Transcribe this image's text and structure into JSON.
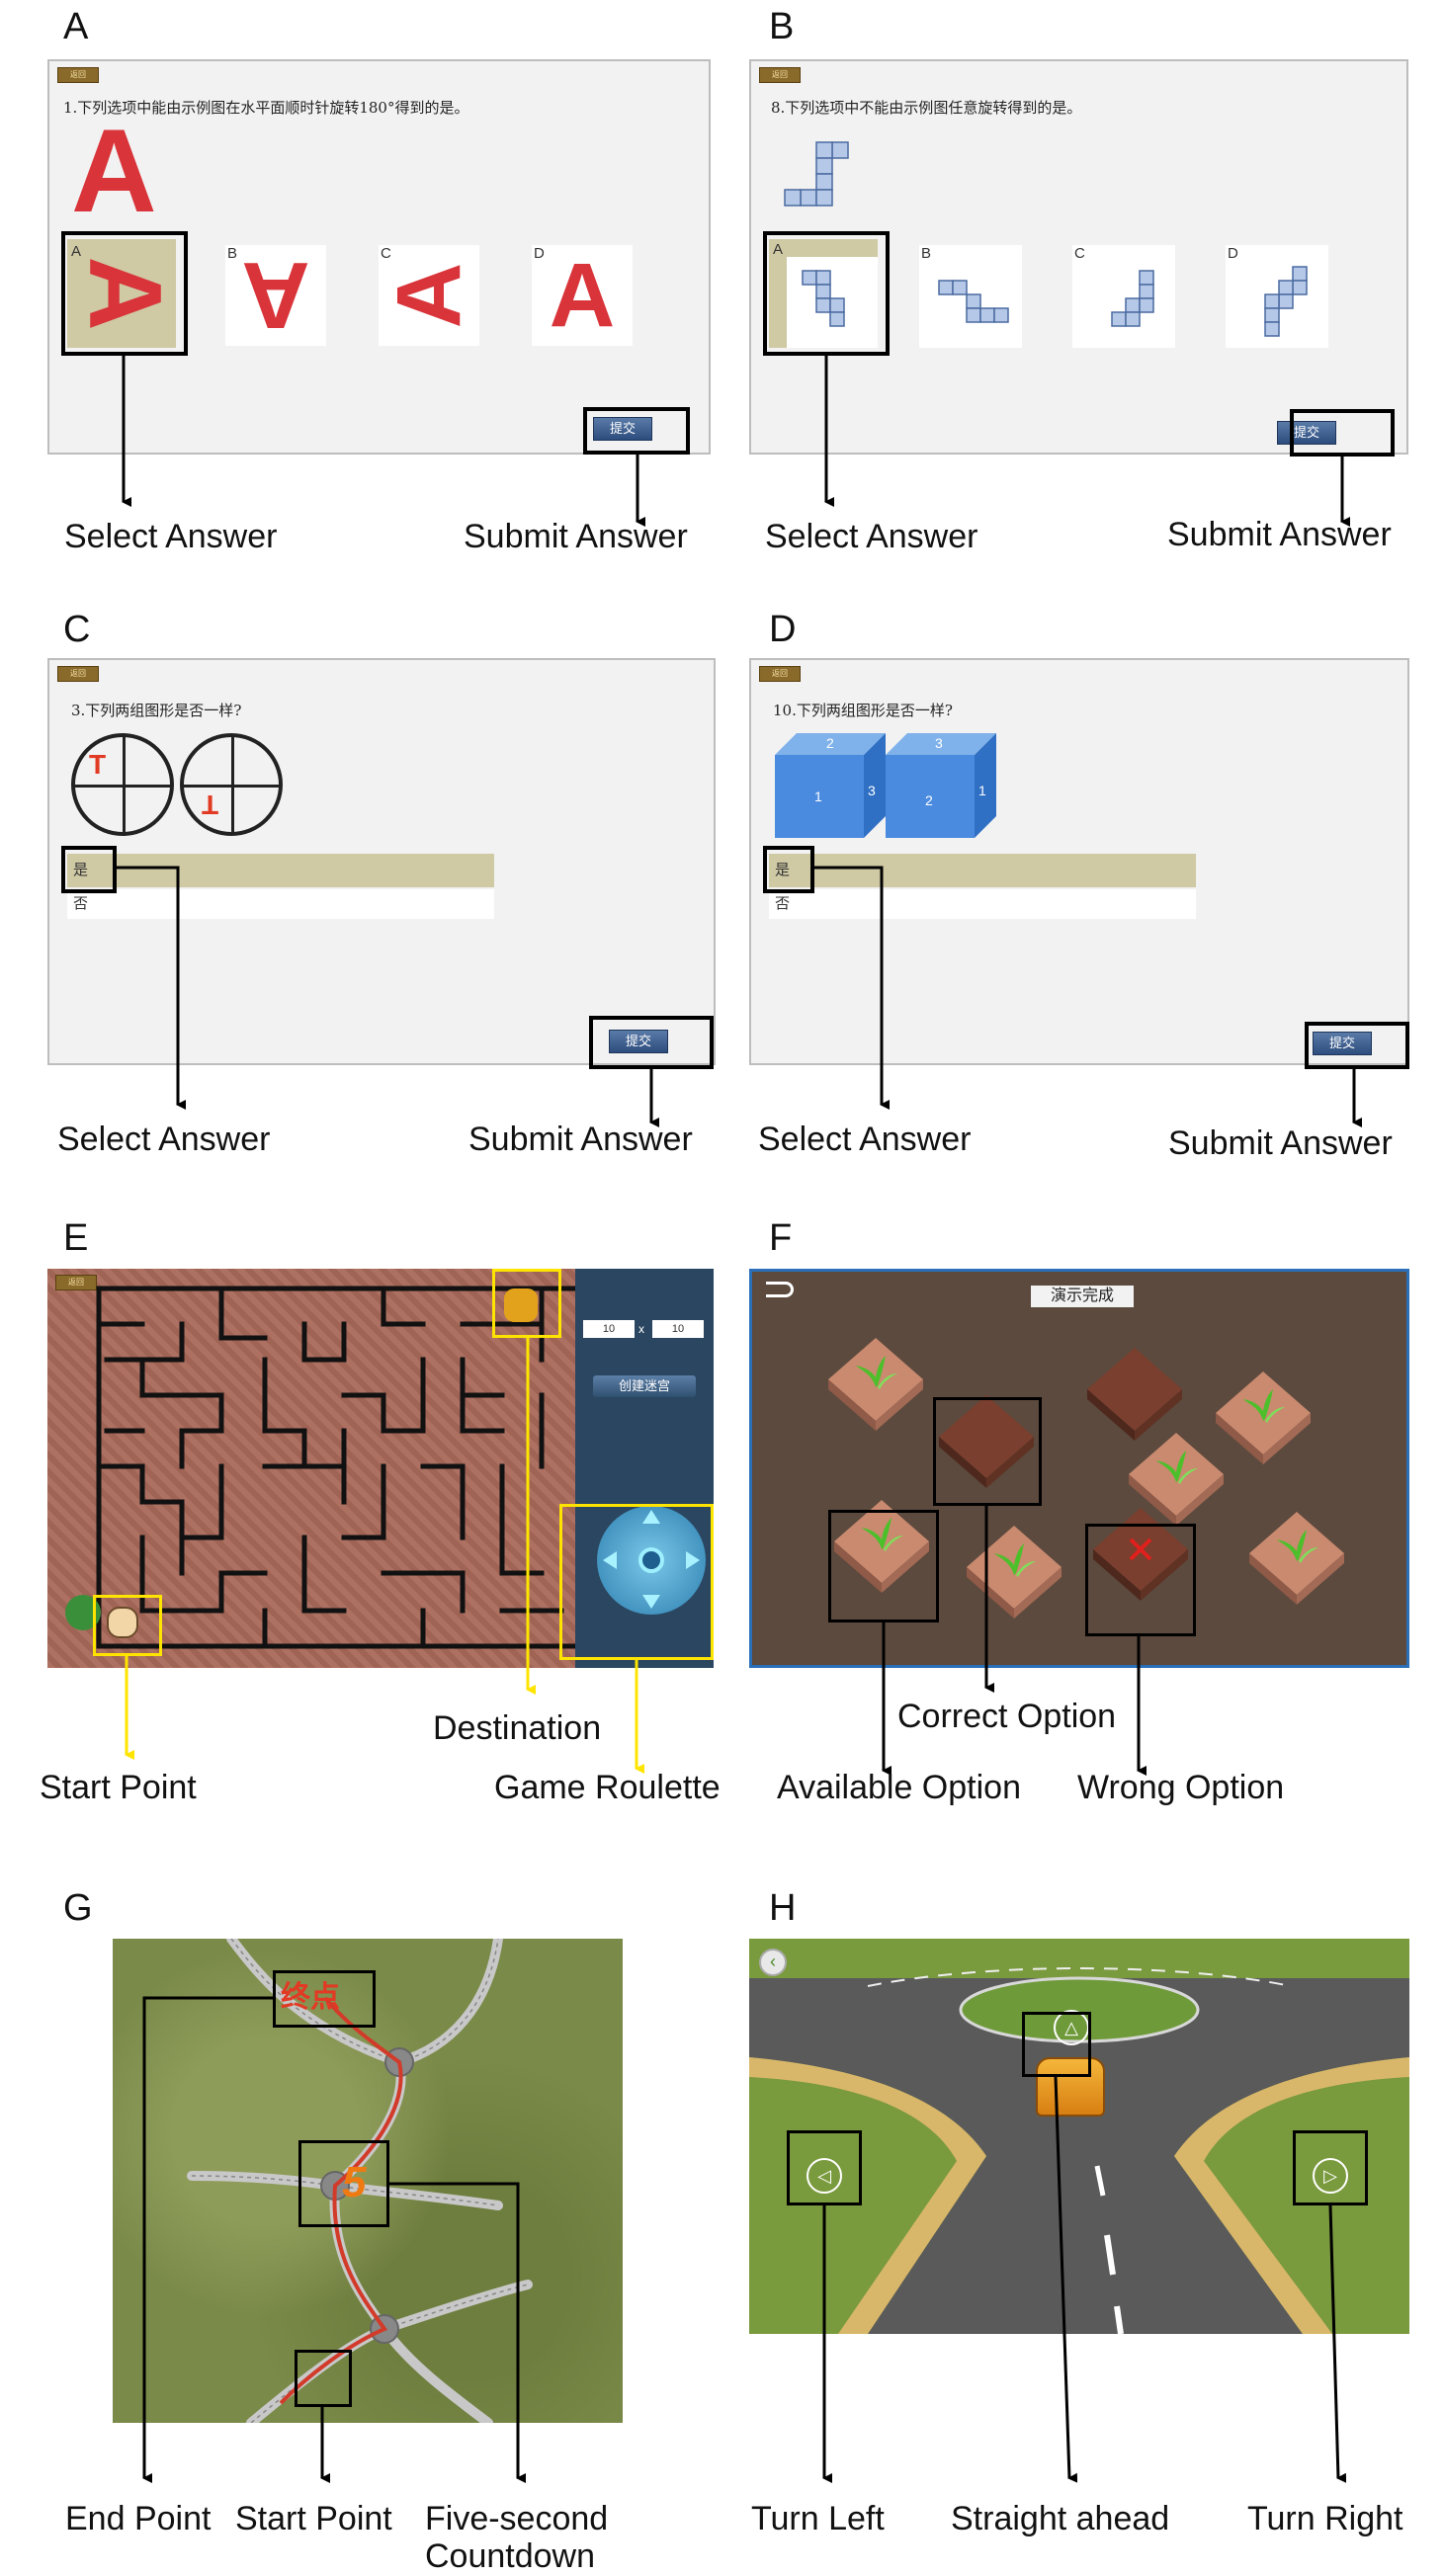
{
  "panels": {
    "A": {
      "letter": "A",
      "back_label": "返回",
      "question": "1.下列选项中能由示例图在水平面顺时针旋转180°得到的是。",
      "example_glyph": "A",
      "options": [
        "A",
        "B",
        "C",
        "D"
      ],
      "submit": "提交",
      "callout_select": "Select Answer",
      "callout_submit": "Submit Answer"
    },
    "B": {
      "letter": "B",
      "back_label": "返回",
      "question": "8.下列选项中不能由示例图任意旋转得到的是。",
      "options": [
        "A",
        "B",
        "C",
        "D"
      ],
      "submit": "提交",
      "callout_select": "Select Answer",
      "callout_submit": "Submit Answer"
    },
    "C": {
      "letter": "C",
      "back_label": "返回",
      "question": "3.下列两组图形是否一样?",
      "glyph_1": "T",
      "glyph_2": "T",
      "choices": [
        "是",
        "否"
      ],
      "submit": "提交",
      "callout_select": "Select Answer",
      "callout_submit": "Submit Answer"
    },
    "D": {
      "letter": "D",
      "back_label": "返回",
      "question": "10.下列两组图形是否一样?",
      "cube1": {
        "top": "2",
        "front": "1",
        "side": "3"
      },
      "cube2": {
        "top": "3",
        "front": "2",
        "side": "1"
      },
      "choices": [
        "是",
        "否"
      ],
      "submit": "提交",
      "callout_select": "Select Answer",
      "callout_submit": "Submit Answer"
    },
    "E": {
      "letter": "E",
      "back_label": "返回",
      "rows": "10",
      "times": "x",
      "cols": "10",
      "create_button": "创建迷宫",
      "callout_start": "Start Point",
      "callout_destination": "Destination",
      "callout_roulette": "Game Roulette"
    },
    "F": {
      "letter": "F",
      "title": "演示完成",
      "callout_available": "Available Option",
      "callout_correct": "Correct Option",
      "callout_wrong": "Wrong Option"
    },
    "G": {
      "letter": "G",
      "end_marker": "终点",
      "countdown": "5",
      "callout_end": "End Point",
      "callout_start": "Start Point",
      "callout_countdown_1": "Five-second",
      "callout_countdown_2": "Countdown"
    },
    "H": {
      "letter": "H",
      "callout_left": "Turn Left",
      "callout_straight": "Straight ahead",
      "callout_right": "Turn Right"
    }
  },
  "colors": {
    "highlight": "#cfc9a4",
    "callout_black": "#000000",
    "callout_yellow": "#ffe400",
    "maze_floor": "#a9695a",
    "grass_dark": "#5c4a3e",
    "submit_blue": "#3b5c8f"
  },
  "icons": [
    "back-icon",
    "arrow-up-icon",
    "arrow-left-icon",
    "arrow-right-icon",
    "joystick-icon",
    "sprout-icon",
    "cross-icon",
    "car-icon"
  ]
}
